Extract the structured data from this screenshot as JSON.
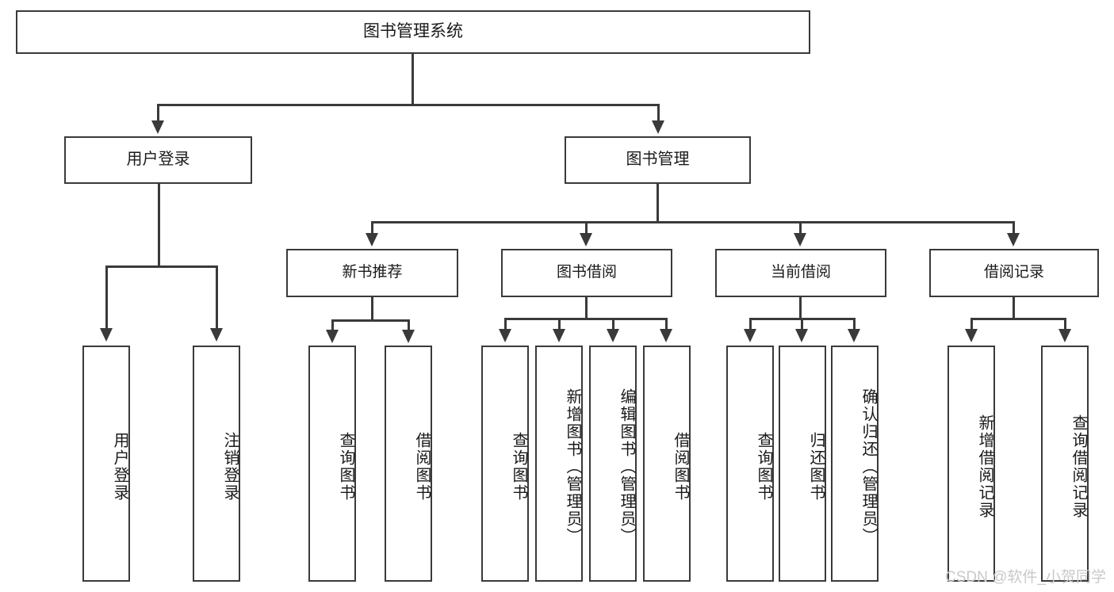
{
  "diagram": {
    "title": "图书管理系统",
    "watermark": "CSDN @软件_小贺同学",
    "level2": [
      {
        "label": "用户登录"
      },
      {
        "label": "图书管理"
      }
    ],
    "level3": [
      {
        "label": "新书推荐"
      },
      {
        "label": "图书借阅"
      },
      {
        "label": "当前借阅"
      },
      {
        "label": "借阅记录"
      }
    ],
    "leaves": {
      "user_login": [
        {
          "label": "用户登录"
        },
        {
          "label": "注销登录"
        }
      ],
      "new_book": [
        {
          "label": "查询图书"
        },
        {
          "label": "借阅图书"
        }
      ],
      "borrow_book": [
        {
          "label": "查询图书"
        },
        {
          "label": "新增图书（管理员）"
        },
        {
          "label": "编辑图书（管理员）"
        },
        {
          "label": "借阅图书"
        }
      ],
      "current_borrow": [
        {
          "label": "查询图书"
        },
        {
          "label": "归还图书"
        },
        {
          "label": "确认归还（管理员）"
        }
      ],
      "borrow_record": [
        {
          "label": "新增借阅记录"
        },
        {
          "label": "查询借阅记录"
        }
      ]
    }
  },
  "colors": {
    "stroke": "#3a3a3a",
    "text": "#1a1a1a",
    "background": "#ffffff",
    "watermark": "#c9c9c9"
  }
}
